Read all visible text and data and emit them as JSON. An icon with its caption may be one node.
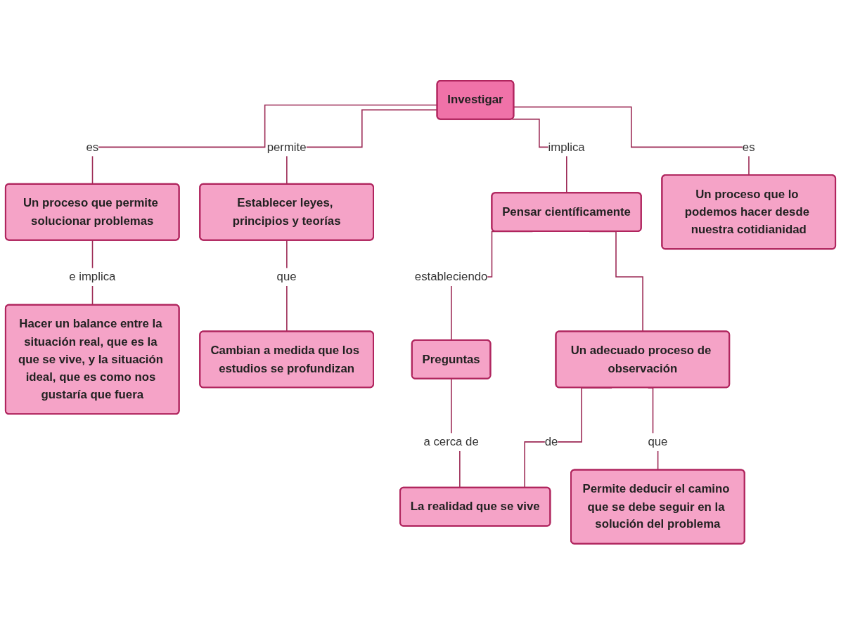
{
  "diagram": {
    "nodes": [
      {
        "text": [
          "Investigar"
        ]
      },
      {
        "text": [
          "Un proceso que permite solucionar problemas"
        ]
      },
      {
        "text": [
          "Establecer leyes, principios y teorías"
        ]
      },
      {
        "text": [
          "Pensar científicamente"
        ]
      },
      {
        "text": [
          "Un proceso que lo podemos hacer desde nuestra cotidianidad"
        ]
      },
      {
        "text": [
          "Hacer un balance entre la situación real, que es la que se vive, y la situación ideal, que es como nos gustaría que fuera"
        ]
      },
      {
        "text": [
          "Cambian a medida que los estudios se profundizan"
        ]
      },
      {
        "text": [
          "Preguntas"
        ]
      },
      {
        "text": [
          "Un adecuado proceso de observación"
        ]
      },
      {
        "text": [
          "La realidad que se vive"
        ]
      },
      {
        "text": [
          "Permite deducir el camino que se debe seguir en la solución del problema"
        ]
      }
    ],
    "edges": [
      {
        "from": 0,
        "to": 1,
        "arrow": "none",
        "label": "es"
      },
      {
        "from": 0,
        "to": 2,
        "arrow": "none",
        "label": "permite"
      },
      {
        "from": 0,
        "to": 3,
        "arrow": "none",
        "label": "implica"
      },
      {
        "from": 0,
        "to": 4,
        "arrow": "none",
        "label": "es"
      },
      {
        "from": 1,
        "to": 5,
        "arrow": "none",
        "label": "e implica"
      },
      {
        "from": 2,
        "to": 6,
        "arrow": "none",
        "label": "que"
      },
      {
        "from": 3,
        "to": 7,
        "arrow": "none",
        "label": "estableciendo"
      },
      {
        "from": 3,
        "to": 8,
        "arrow": "none"
      },
      {
        "from": 7,
        "to": 9,
        "arrow": "none",
        "label": "a cerca de"
      },
      {
        "from": 8,
        "to": 9,
        "arrow": "none",
        "label": "de"
      },
      {
        "from": 8,
        "to": 10,
        "arrow": "none",
        "label": "que"
      }
    ]
  }
}
